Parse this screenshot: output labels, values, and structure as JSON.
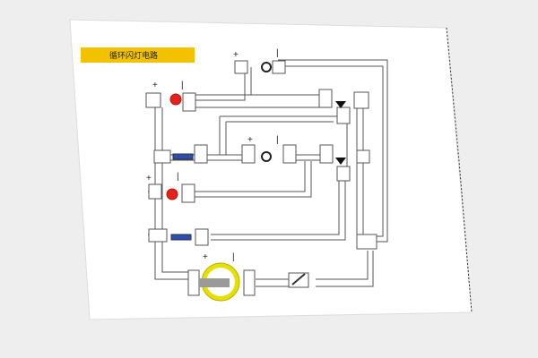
{
  "title": "循环闪灯电路",
  "colors": {
    "background": "#eeeeef",
    "paper": "#ffffff",
    "title_bar": "#f2c200",
    "wire": "#555555",
    "led": "#e3231b",
    "battery_ring": "#e6df00",
    "battery_core": "#9a9a9a"
  },
  "symbols": {
    "plus": "+",
    "minus": "|"
  },
  "components": {
    "led_top": "LED",
    "led_mid": "LED",
    "resistors": [
      "resistor",
      "resistor"
    ],
    "transistors": [
      "transistor",
      "transistor"
    ],
    "capacitors": [
      "capacitor",
      "capacitor"
    ],
    "battery": "button cell battery",
    "switch": "switch"
  }
}
